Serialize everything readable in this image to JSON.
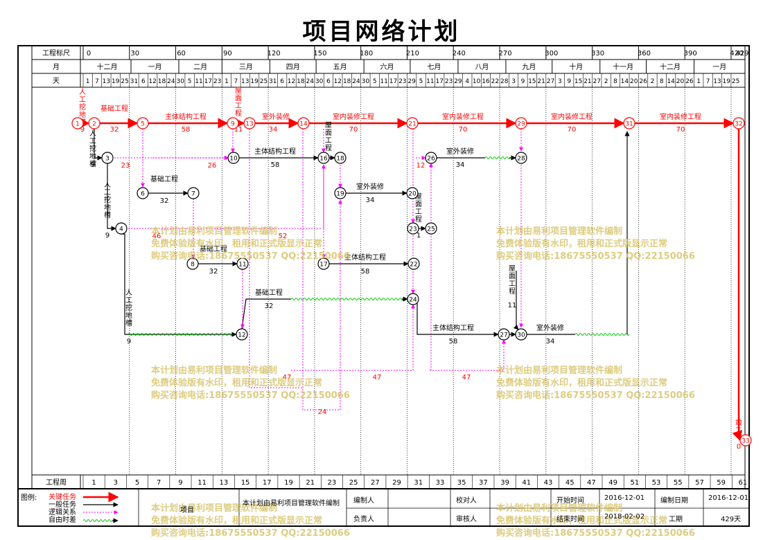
{
  "title": "项目网络计划",
  "header": {
    "scale_label": "工程标尺",
    "month_label": "月",
    "day_label": "天",
    "week_label": "工程周",
    "scale_ticks": [
      "0",
      "30",
      "60",
      "90",
      "120",
      "150",
      "180",
      "210",
      "240",
      "270",
      "300",
      "330",
      "360",
      "390",
      "420",
      "429"
    ],
    "months": [
      "十二月",
      "一月",
      "二月",
      "三月",
      "四月",
      "五月",
      "六月",
      "七月",
      "八月",
      "九月",
      "十月",
      "十一月",
      "十二月",
      "一月"
    ],
    "days": [
      "1",
      "7",
      "13",
      "19",
      "25",
      "31",
      "6",
      "12",
      "18",
      "24",
      "30",
      "5",
      "11",
      "17",
      "23",
      "1",
      "7",
      "13",
      "19",
      "25",
      "31",
      "6",
      "12",
      "18",
      "24",
      "30",
      "6",
      "12",
      "18",
      "24",
      "30",
      "5",
      "11",
      "17",
      "23",
      "29",
      "5",
      "11",
      "17",
      "23",
      "29",
      "4",
      "10",
      "16",
      "22",
      "28",
      "3",
      "9",
      "15",
      "21",
      "27",
      "3",
      "9",
      "15",
      "21",
      "27",
      "2",
      "8",
      "14",
      "20",
      "26",
      "2",
      "8",
      "14",
      "20",
      "26",
      "1",
      "7",
      "13",
      "19",
      "25"
    ],
    "weeks": [
      "1",
      "3",
      "5",
      "7",
      "9",
      "11",
      "13",
      "15",
      "17",
      "19",
      "21",
      "23",
      "25",
      "27",
      "29",
      "31",
      "33",
      "35",
      "37",
      "39",
      "41",
      "43",
      "45",
      "47",
      "49",
      "51",
      "53",
      "55",
      "57",
      "59",
      "61"
    ]
  },
  "colors": {
    "critical": "#ff0000",
    "normal": "#000000",
    "logic": "#ff00ff",
    "float": "#00cc00",
    "watermark": "#d8c46a"
  },
  "nodes": [
    "1",
    "2",
    "3",
    "4",
    "5",
    "6",
    "7",
    "8",
    "9",
    "10",
    "11",
    "12",
    "13",
    "14",
    "16",
    "17",
    "18",
    "19",
    "20",
    "21",
    "22",
    "23",
    "24",
    "25",
    "26",
    "27",
    "28",
    "29",
    "30",
    "31",
    "32",
    "33"
  ],
  "activities": {
    "critical_foundation": "基础工程",
    "critical_foundation_dur": "32",
    "critical_structure": "主体结构工程",
    "critical_structure_dur": "58",
    "roof_label": "屋面工程",
    "roof_dur": "11",
    "critical_exterior": "室外装修",
    "critical_exterior_dur": "34",
    "interior_1": "室内装修工程",
    "interior_1_dur": "70",
    "interior_2": "室内装修工程",
    "interior_2_dur": "70",
    "interior_3": "室内装修工程",
    "interior_3_dur": "70",
    "interior_4": "室内装修工程",
    "interior_4_dur": "70",
    "manual_dig": "人工挖地槽",
    "manual_dig_dur": "9",
    "dig_2_dur": "9",
    "dig_3_dur": "9",
    "dig_4_dur": "9",
    "float_23": "23",
    "float_26": "26",
    "float_46": "46",
    "float_52": "52",
    "float_47a": "47",
    "float_47b": "47",
    "float_47c": "47",
    "float_24": "24",
    "float_12": "12",
    "structure_b": "主体结构工程",
    "structure_b_dur": "58",
    "foundation_b": "基础工程",
    "foundation_b_dur": "32",
    "exterior_b": "室外装修",
    "exterior_b_dur": "34",
    "roof_b": "屋面工程",
    "exterior_c": "室外装修",
    "exterior_c_dur": "34",
    "roof_c": "屋面工程",
    "roof_c_dur": "1",
    "structure_c": "主体结构工程",
    "structure_c_dur": "58",
    "foundation_c": "基础工程",
    "foundation_c_dur": "32",
    "dig_label_4": "人工挖地槽",
    "foundation_d": "基础工程",
    "foundation_d_dur": "32",
    "structure_d": "主体结构工程",
    "structure_d_dur": "58",
    "roof_d": "屋面工程",
    "roof_d_dur": "11",
    "exterior_d": "室外装修",
    "exterior_d_dur": "34",
    "last_label": "竣工",
    "last_dur": "0"
  },
  "watermark": {
    "line1": "本计划由易利项目管理软件编制",
    "line2": "免费体验版有水印，租用和正式版显示正常",
    "line3": "购买咨询电话:18675550537 QQ:22150066"
  },
  "legend": {
    "label": "图例:",
    "critical": "关键任务",
    "normal": "一般任务",
    "logic": "逻辑关系",
    "float": "自由时差"
  },
  "footer": {
    "project_label": "项目",
    "compiled_text": "本计划由易利项目管理软件编制",
    "editor_label": "编制人",
    "owner_label": "负责人",
    "checker_label": "校对人",
    "reviewer_label": "审核人",
    "start_label": "开始时间",
    "start_value": "2016-12-01",
    "end_label": "结束时间",
    "end_value": "2018-02-02",
    "date_label": "编制日期",
    "date_value": "2016-12-01",
    "duration_label": "工期",
    "duration_value": "429天"
  }
}
